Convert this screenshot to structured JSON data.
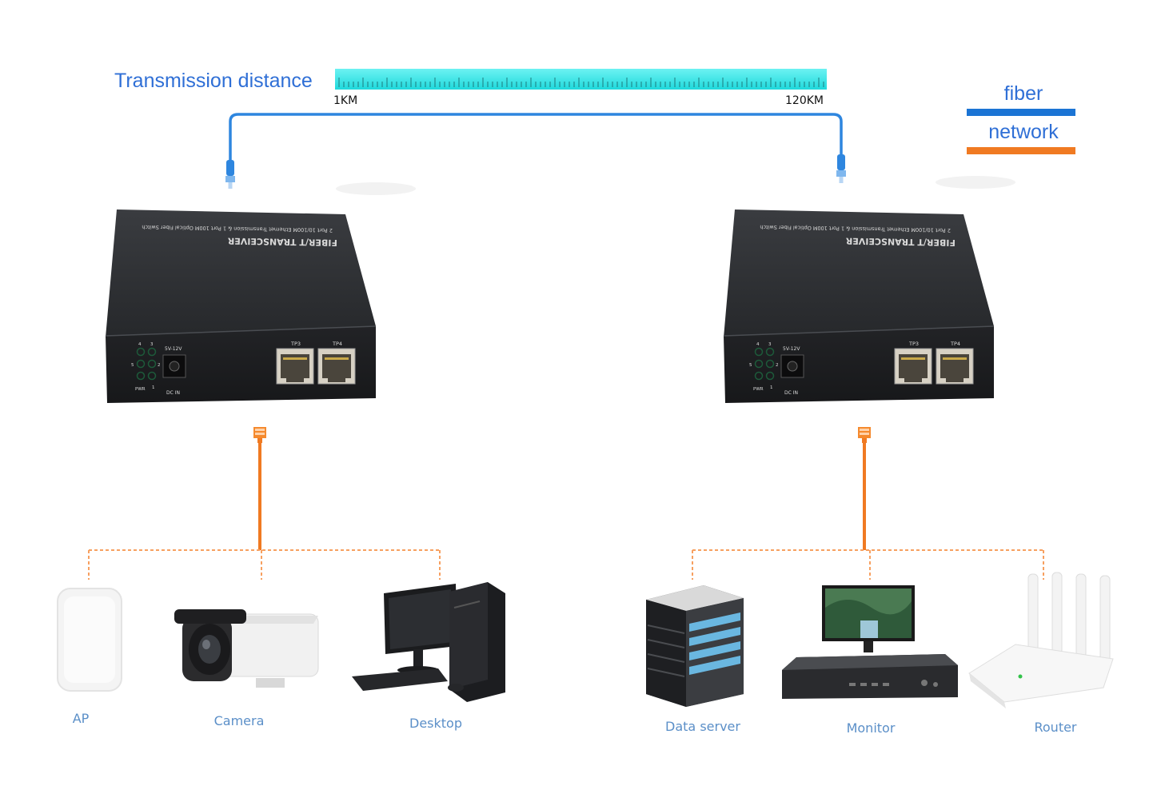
{
  "title": "Transmission distance",
  "scale": {
    "min_label": "1KM",
    "max_label": "120KM"
  },
  "legend": [
    {
      "label": "fiber",
      "color": "#1b74d4"
    },
    {
      "label": "network",
      "color": "#f07a22"
    }
  ],
  "transceiver": {
    "top_line1": "2 Port 10/100M Ethernet Transmission & 1 Port 100M Optical Fiber Switch",
    "top_line2": "FIBER/T TRANSCEIVER",
    "port1": "TP3",
    "port2": "TP4",
    "power": "5V-12V",
    "dcin": "DC IN",
    "pwr": "PWR",
    "led_nums": [
      "4",
      "3",
      "5",
      "2",
      "1"
    ]
  },
  "left_devices": [
    {
      "label": "AP",
      "icon": "access-point-icon"
    },
    {
      "label": "Camera",
      "icon": "camera-icon"
    },
    {
      "label": "Desktop",
      "icon": "desktop-icon"
    }
  ],
  "right_devices": [
    {
      "label": "Data server",
      "icon": "server-icon"
    },
    {
      "label": "Monitor",
      "icon": "monitor-icon"
    },
    {
      "label": "Router",
      "icon": "router-icon"
    }
  ],
  "colors": {
    "title": "#2f6fd6",
    "fiber": "#1b74d4",
    "network": "#f07a22",
    "scale_bar": "#2ee6e6"
  }
}
